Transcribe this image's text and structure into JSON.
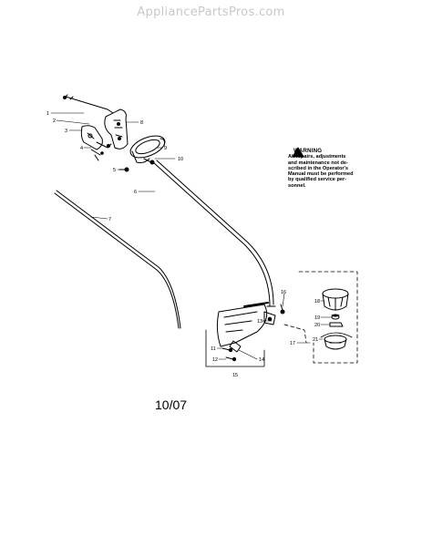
{
  "watermark": "AppliancePartsPros.com",
  "warning": {
    "title": "WARNING",
    "lines": [
      "All repairs, adjustments",
      "and maintenance not de-",
      "scribed in the Operator's",
      "Manual must be performed",
      "by qualified service per-",
      "sonnel."
    ]
  },
  "callouts": [
    "1",
    "2",
    "3",
    "4",
    "5",
    "6",
    "7",
    "8",
    "9",
    "10",
    "11",
    "12",
    "13",
    "14",
    "15",
    "16",
    "17",
    "18",
    "19",
    "20",
    "21"
  ],
  "date_code": "10/07"
}
